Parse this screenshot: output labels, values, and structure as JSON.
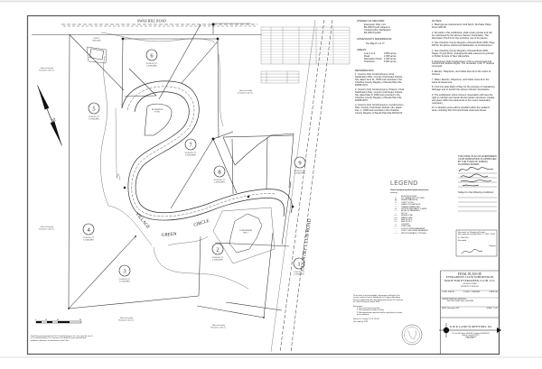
{
  "roads": {
    "swan_hill": "SWAN HILL ROAD",
    "village_green": [
      "VILLAGE",
      "GREEN",
      "CIRCLE"
    ],
    "country_club": "COUNTRY CLUB ROAD"
  },
  "lots": [
    {
      "id": "1",
      "area": "15,000 SQ. FT.",
      "acres": "0.344 ACRES"
    },
    {
      "id": "2",
      "area": "20,000 SQ. FT.",
      "acres": "0.459 ACRES"
    },
    {
      "id": "3",
      "area": "25,000 SQ. FT.",
      "acres": "0.574 ACRES"
    },
    {
      "id": "4",
      "area": "25,000 SQ. FT.",
      "acres": "0.574 ACRES"
    },
    {
      "id": "5",
      "area": "25,000 SQ. FT.",
      "acres": "0.574 ACRES"
    },
    {
      "id": "6",
      "area": "20,000 SQ. FT.",
      "acres": "0.459 ACRES"
    },
    {
      "id": "7",
      "area": "20,000 SQ. FT.",
      "acres": "0.459 ACRES"
    },
    {
      "id": "8",
      "area": "20,000 SQ. FT.",
      "acres": "0.459 ACRES"
    },
    {
      "id": "9",
      "area": "20,000 SQ. FT.",
      "acres": "0.459 ACRES"
    }
  ],
  "parcels": {
    "recreation_pond": [
      "RECREATION",
      "POND"
    ],
    "condominium": [
      "CONDOMINIUM",
      "UNIT 1"
    ],
    "utility_building": [
      "UTILITY",
      "BUILDING"
    ],
    "abutters": {
      "west_upper": [
        "Now or Formerly",
        "Evergreen Club, Inc."
      ],
      "west_lower": [
        "Now or Formerly",
        "Evergreen Club, Inc."
      ],
      "east": [
        "Now or Formerly",
        "Evergreen Club, Inc."
      ],
      "south_left": [
        "Now or Formerly",
        "Evergreen Club, Inc."
      ],
      "south_right": [
        "Now or Formerly",
        "Evergreen Club, Inc."
      ]
    }
  },
  "north_arrow": {
    "label": "N"
  },
  "curve_table": {
    "headers": [
      "CURVE",
      "RADIUS",
      "ARC LENGTH",
      "DELTA ANGLE",
      "CHORD BEARING",
      "CHORD LENGTH"
    ],
    "row_count": 14
  },
  "line_table": {
    "headers": [
      "LINE",
      "BEARING",
      "DISTANCE"
    ],
    "row_count": 3
  },
  "owner_of_record": {
    "title": "OWNER OF RECORD:",
    "lines": [
      "Evergreen Club, LLC",
      "Bk.1000 Pg.20 subject to",
      "Condominium Declaration",
      "Bk.1000 Pg.200"
    ]
  },
  "assessors_reference": {
    "title": "ASSESSOR'S REFERENCE:",
    "value": "Tax Map 8, Lot 77"
  },
  "areas": {
    "title": "AREAS:",
    "rows": [
      {
        "label": "Lots 1 to 9",
        "value": "4.554 acres"
      },
      {
        "label": "Road",
        "value": "1.050 acres"
      },
      {
        "label": "Recreation Pond",
        "value": "1.000 acres"
      },
      {
        "label": "Total Area",
        "value": "6.604 acres"
      }
    ]
  },
  "references": {
    "title": "REFERENCES:",
    "items": [
      "1. Country Club Condominiums, Final Subdivision Plan, Country Club Road, Dubois, NH, dated June 21, 2005 and recorded in the Cheshire County Registry of Deeds Plan File #2005-0174.",
      "2. Country Club Condominiums, Phase II, Final Subdivision Plan, Country Club Road, Dubois, NH, dated May 8, 2008 and recorded in the Cheshire County Registry of Deeds Plan File #2008-0076.",
      "3. Country Club Condominiums, Condominium Plan, Country Club Road, Dubois, NH, dated Dec. 1, 2009 and recorded in the Cheshire County Registry of Deeds Plan File #2010-04."
    ]
  },
  "notes": {
    "title": "NOTES:",
    "items": [
      "1. Bearings are referenced to Grid North, NH State Plane, Zone NAD 83.",
      "2. All roads in this subdivision shall remain private and will be maintained by the Homes Owners' Association. The Recreation Pond is for the exclusive use of lot owners.",
      "3. See Cheshire County Registry of Deeds Book 1000, Page 200 for the above referenced Declaration of Condominium.",
      "4. See Cheshire County Registry of Deeds Book 2000, Pages 47 and 48 for underground utility easements granted to Public Service of New Hampshire.",
      "5. Evergreen Club Condominium of lot is unimproved and Owners and Selects Rights. The remainder of lot 77 shall be conveyed.",
      "6. Electric, Telephone, and Cable lines all to the extent of Owners.",
      "7. Water, Electric, Telephone, and Cable Lines all in the same 'E' Easement.",
      "8. A 10 foot wide Right of Way for the purpose of maintaining drainage and to benefit the Homes Owners' Association.",
      "9. The subdivision Home Owners' Association will have the right to maintain and repair all stormwater structures, swales, and pipes within the easements to the extent reasonably necessary.",
      "10. A vibration pump will be installed within the 'wetland' area, including Slot 10 Food-Grade treatment blower."
    ]
  },
  "approval": {
    "text": "THIS FINAL PLAN OF EVERGREEN CLUB SUBDIVISION IS APPROVED BY THE TOWN OF DUBOIS PLANNING BOARD.",
    "subject_to": "Subject to the following conditions:"
  },
  "registry_stamp": {
    "line1": "Received, ss.      Registry of Deeds",
    "line2": "Received and recorded Nov 17, 2015, 10:40",
    "line3": "m.    Plan File #",
    "line4": "Recorded",
    "signature_label": "Register"
  },
  "legend": {
    "title": "LEGEND",
    "intro": "These standard symbols will be found in the drawing.",
    "items": [
      "IRON PIN FOUND",
      "1/2\" REBAR SET (P/L/CAP)",
      "SEWER MANHOLE",
      "UTILITY POLE",
      "CABLE GUY ANCHOR",
      "TRANSFORMER PAD",
      "TELEPHONE/CABLE TOWER",
      "EDGE OF PAVEMENT",
      "DITCH",
      "SEWER LINE",
      "WATER LINE",
      "SEE NOTE 6",
      "SEE NOTE 7",
      "CULVERT",
      "TREE LINE",
      "10 FOOT WIDE EASEMENT",
      "UTILITY BUILDING EASEMENT",
      "UNIT BOUNDARY (TYPICAL)"
    ]
  },
  "certification": {
    "text": "To the best of my knowledge, information and belief, this survey conforms to the Standards for Property Boundary Surveys adopted by the New Hampshire Board of Licensure for Land Surveyors, dated 1983.",
    "exceptions_title": "Exceptions:",
    "exceptions": [
      "1. No record written by date",
      "2. No boundaries written on date",
      "3. Monumentation specified will be specified as to date and conditions."
    ],
    "surveyor": "Dennis D. Prokey, P.L.S. #1130",
    "checked": "Checked by: P.W."
  },
  "disclaimer": "This Plan was prepared by K & K Land Surveyors, Inc. for a specific use. K & K Land Surveyors, Inc. assumes no liability for any unauthorized additions, deletions, or alterations to this Plan.",
  "scale_bar": {
    "ticks": [
      "0",
      "20",
      "40",
      "80"
    ]
  },
  "title_block": {
    "title_lines": [
      "FINAL PLAN OF",
      "EVERGREEN CLUB SUBDIVISION",
      "MADE FOR EVERGREEN CLUB, LLC"
    ],
    "subtitle": "(SECOND OFFERS)",
    "road": "COUNTRY CLUB ROAD",
    "town_label": "TOWN:",
    "town": "DUBLIN",
    "county_label": "COUNTY:",
    "county": "CHESHIRE",
    "state_label": "STATE:",
    "state": "NH",
    "owner_label": "OWNER'S MAILING ADDRESS:",
    "owner_address": "940 Point Road Dubois, NH 03444",
    "date_label": "DATE:",
    "date": "November 2015",
    "scale_label": "SCALE:",
    "scale": "1\"=40'"
  },
  "firm": {
    "name": "K & K LAND SURVEYORS, Inc.",
    "address": "P.O. Box 396, Dubois, NH 03444, Telephone 603-466-1302",
    "drawn": "Made & Traced: KK & FTS",
    "job": "Job No. 2015-107",
    "sheet": "Pg. 1f 1307"
  },
  "colors": {
    "ink": "#1a1a1a",
    "paper": "#ffffff",
    "grid": "#cccccc"
  }
}
